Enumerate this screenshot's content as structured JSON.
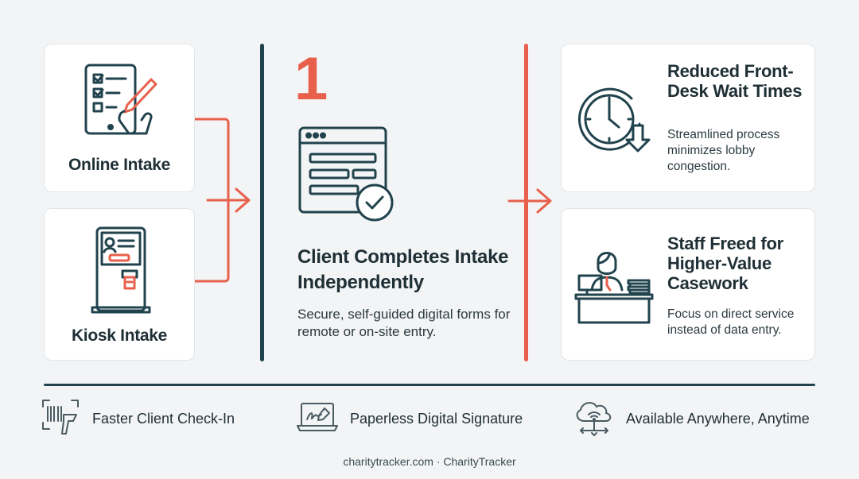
{
  "colors": {
    "accent": "#e8604c",
    "dark": "#21434e",
    "ink": "#1f2f36"
  },
  "left": {
    "online": {
      "label": "Online Intake",
      "icon": "tablet-checklist-icon"
    },
    "kiosk": {
      "label": "Kiosk Intake",
      "icon": "kiosk-icon"
    }
  },
  "center": {
    "step": "1",
    "icon": "web-form-check-icon",
    "title": "Client Completes Intake Independently",
    "description": "Secure, self-guided digital forms for remote or on-site entry."
  },
  "right": {
    "wait": {
      "icon": "clock-down-arrow-icon",
      "title": "Reduced Front-Desk Wait Times",
      "description": "Streamlined process minimizes lobby congestion."
    },
    "staff": {
      "icon": "staff-desk-icon",
      "title": "Staff Freed for Higher-Value Casework",
      "description": "Focus on direct service instead of data entry."
    }
  },
  "features": [
    {
      "icon": "barcode-scanner-icon",
      "label": "Faster Client Check-In"
    },
    {
      "icon": "laptop-signature-icon",
      "label": "Paperless Digital Signature"
    },
    {
      "icon": "cloud-network-icon",
      "label": "Available Anywhere, Anytime"
    }
  ],
  "footer": {
    "text": "charitytracker.com · CharityTracker"
  }
}
